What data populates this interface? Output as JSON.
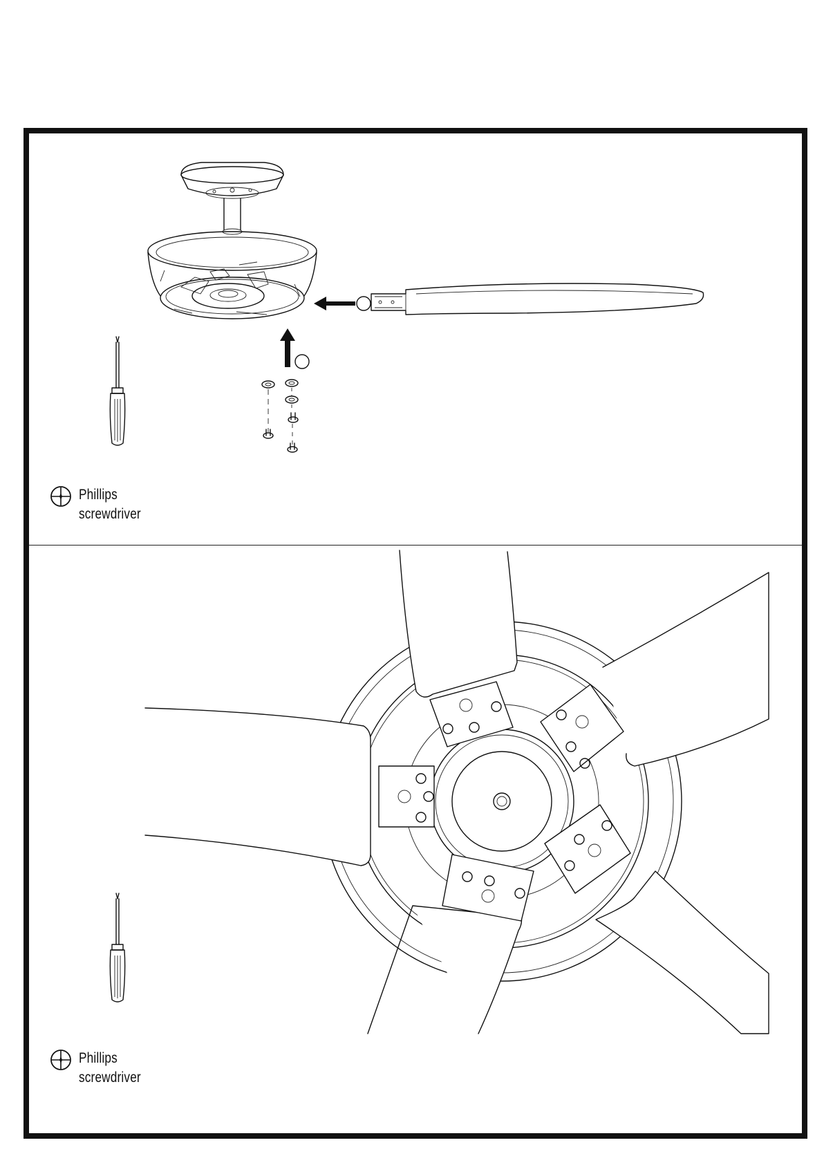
{
  "panels": [
    {
      "tool": {
        "name": "Phillips",
        "detail": "screwdriver",
        "icon": "phillips-icon"
      },
      "steps": [
        "",
        ""
      ]
    },
    {
      "tool": {
        "name": "Phillips",
        "detail": "screwdriver",
        "icon": "phillips-icon"
      }
    }
  ],
  "colors": {
    "ink": "#111111",
    "paper": "#ffffff"
  }
}
